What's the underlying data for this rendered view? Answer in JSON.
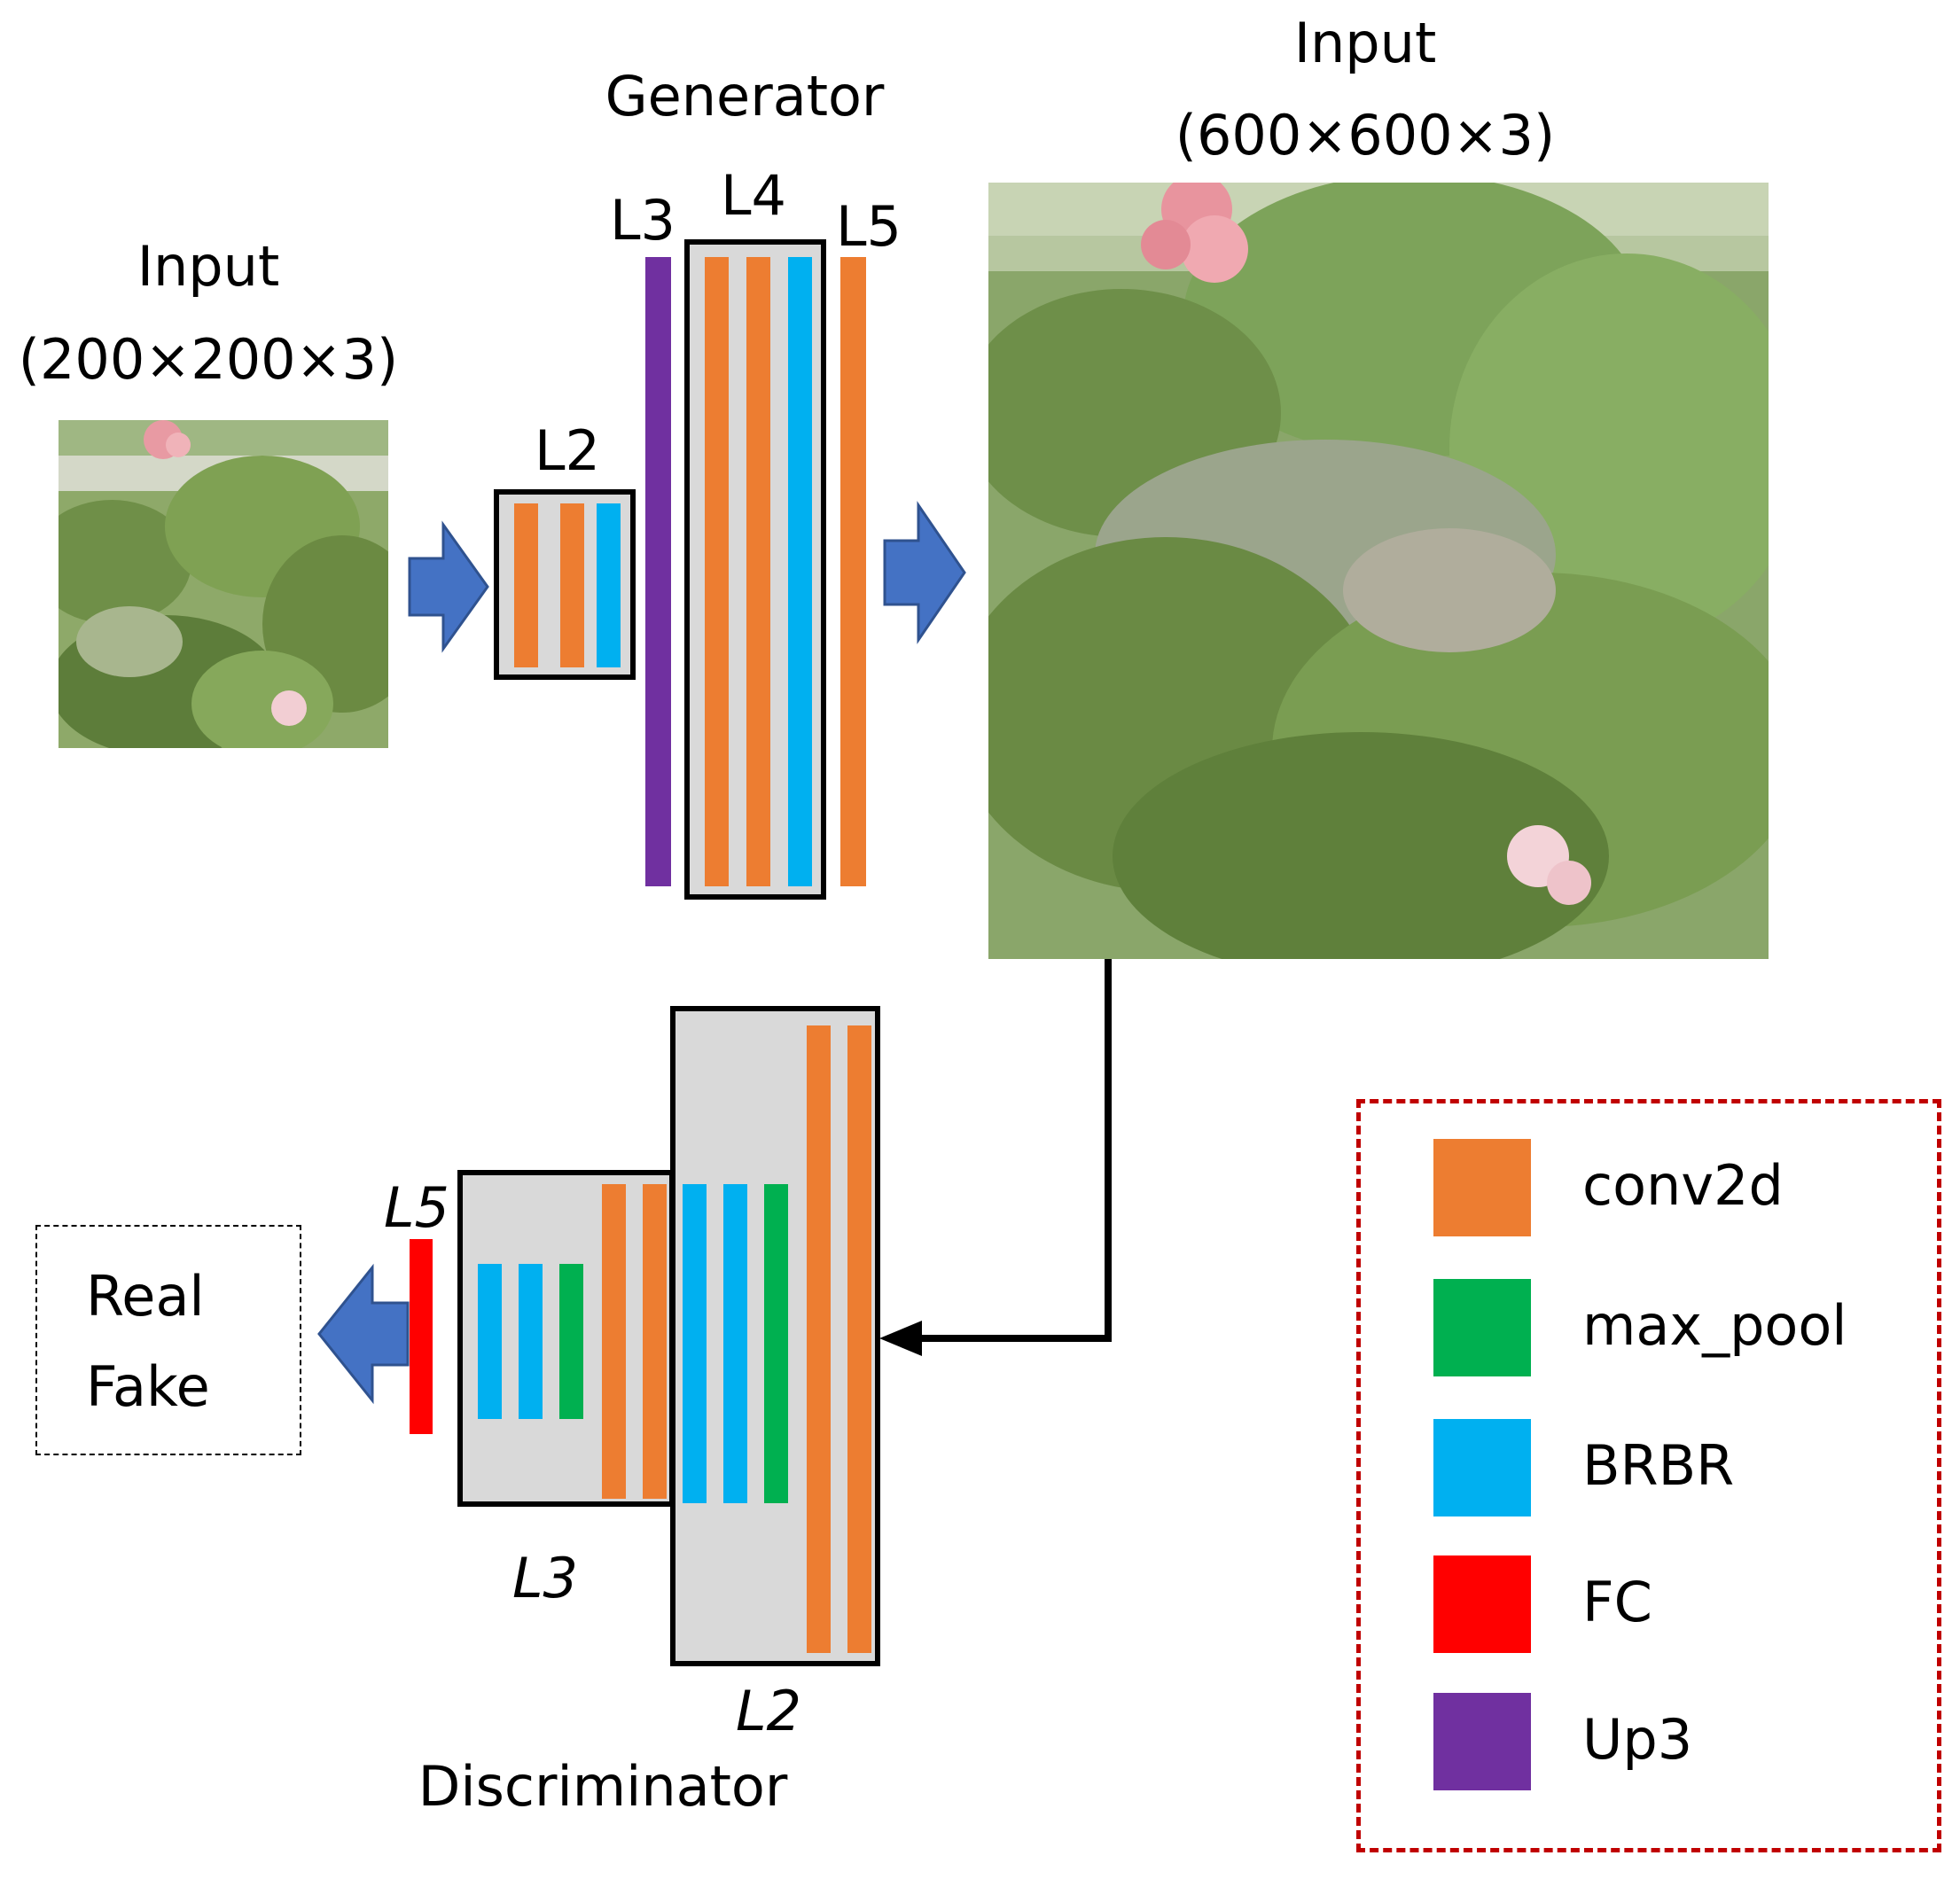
{
  "colors": {
    "conv2d": "#ed7d31",
    "max_pool": "#00b050",
    "BRBR": "#00b0f0",
    "FC": "#ff0000",
    "Up3": "#7030a0",
    "arrow_fill": "#4472c4",
    "legend_border": "#c00000",
    "box_fill": "#d9d9d9"
  },
  "input_small": {
    "title": "Input",
    "size": "(200×200×3)"
  },
  "input_large": {
    "title": "Input",
    "size": "(600×600×3)"
  },
  "generator": {
    "title": "Generator",
    "layers": {
      "l2": "L2",
      "l3": "L3",
      "l4": "L4",
      "l5": "L5"
    }
  },
  "discriminator": {
    "title": "Discriminator",
    "layers": {
      "l2": "L2",
      "l3": "L3",
      "l5": "L5"
    }
  },
  "output": {
    "real": "Real",
    "fake": "Fake"
  },
  "legend": {
    "items": [
      {
        "label": "conv2d",
        "color_key": "conv2d"
      },
      {
        "label": "max_pool",
        "color_key": "max_pool"
      },
      {
        "label": "BRBR",
        "color_key": "BRBR"
      },
      {
        "label": "FC",
        "color_key": "FC"
      },
      {
        "label": "Up3",
        "color_key": "Up3"
      }
    ]
  }
}
